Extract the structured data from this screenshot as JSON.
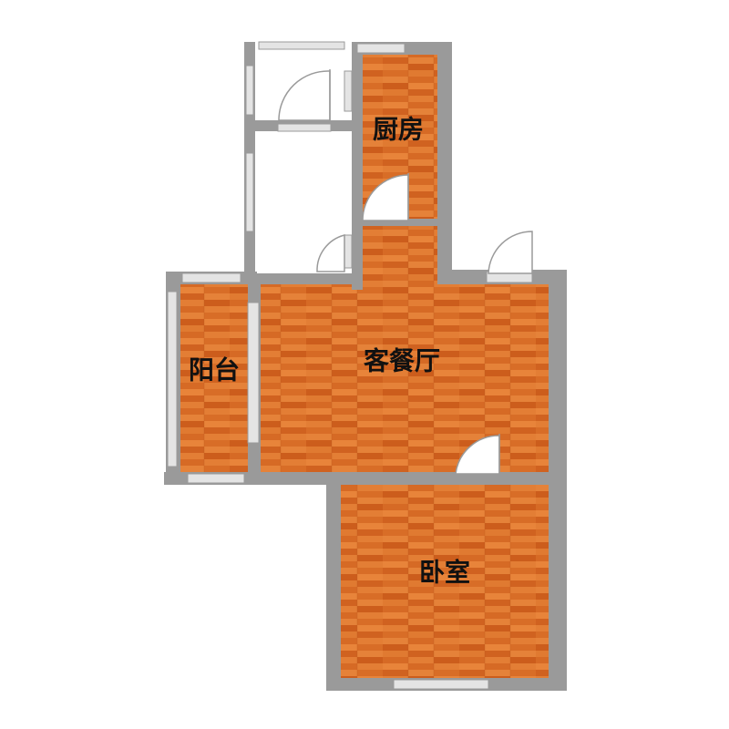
{
  "rooms": {
    "kitchen": {
      "label": "厨房"
    },
    "living": {
      "label": "客餐厅"
    },
    "balcony": {
      "label": "阳台"
    },
    "bedroom": {
      "label": "卧室"
    }
  },
  "colors": {
    "wall": "#9a9a9a",
    "floor_light": "#e8843a",
    "floor_mid": "#dd6f27",
    "floor_dark": "#cc5d1c",
    "window": "#d4d4d4",
    "background": "#ffffff"
  },
  "icons": {
    "door": "door-swing-icon",
    "window": "window-icon"
  }
}
